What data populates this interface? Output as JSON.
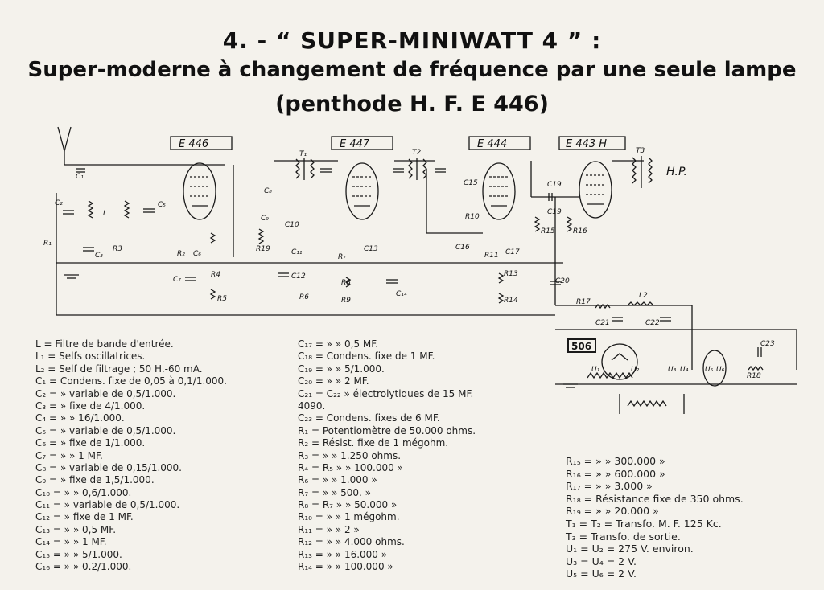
{
  "heading": {
    "line1": "4. - “ SUPER-MINIWATT 4 ” :",
    "line2": "Super-moderne à changement de fréquence par une seule lampe",
    "line3": "(penthode H. F. E 446)"
  },
  "tubes": [
    "E 446",
    "E 447",
    "E 444",
    "E 443 H",
    "506"
  ],
  "schematic_labels": {
    "hp": "H.P.",
    "t1": "T₁",
    "t2": "T2",
    "t3": "T3",
    "c1": "C₁",
    "c2": "C₂",
    "c3": "C₃",
    "c5": "C₅",
    "c6": "C₆",
    "c7": "C₇",
    "c8": "C₈",
    "c9": "C₉",
    "c10": "C10",
    "c11": "C₁₁",
    "c12": "C12",
    "c13": "C13",
    "c14": "C₁₄",
    "c15": "C15",
    "c16": "C16",
    "c17": "C17",
    "c19a": "C19",
    "c19b": "C19",
    "c20": "C20",
    "c21": "C21",
    "c22": "C22",
    "c23": "C23",
    "r1": "R₁",
    "r2": "R₂",
    "r3": "R3",
    "r4": "R4",
    "r5": "R5",
    "r6": "R6",
    "r7": "R₇",
    "r8": "R8",
    "r9": "R9",
    "r10": "R10",
    "r11": "R11",
    "r13": "R13",
    "r14": "R14",
    "r15": "R15",
    "r16": "R16",
    "r17": "R17",
    "r18": "R18",
    "r19": "R19",
    "l": "L",
    "l2": "L2",
    "u1": "U₁",
    "u2": "U₂",
    "u3": "U₃",
    "u4": "U₄",
    "u5": "U₅",
    "u6": "U₆"
  },
  "legend_left": [
    "L   =  Filtre de bande d'entrée.",
    "L₁  =  Selfs oscillatrices.",
    "L₂  =  Self de filtrage ; 50 H.-60 mA.",
    "C₁  =  Condens. fixe de 0,05 à 0,1/1.000.",
    "C₂  =     »     variable de 0,5/1.000.",
    "C₃  =     »     fixe de 4/1.000.",
    "C₄  =     »        »     16/1.000.",
    "C₅  =     »     variable de 0,5/1.000.",
    "C₆  =     »     fixe de 1/1.000.",
    "C₇  =     »        »     1 MF.",
    "C₈  =     »     variable de 0,15/1.000.",
    "C₉  =     »     fixe de 1,5/1.000.",
    "C₁₀ =     »        »     0,6/1.000.",
    "C₁₁ =     »     variable de 0,5/1.000.",
    "C₁₂ =     »     fixe de 1 MF.",
    "C₁₃ =     »        »     0,5 MF.",
    "C₁₄ =     »        »     1 MF.",
    "C₁₅ =     »        »     5/1.000.",
    "C₁₆ =     »        »     0.2/1.000."
  ],
  "legend_mid": [
    "C₁₇ =     »        »     0,5 MF.",
    "C₁₈ =  Condens. fixe de 1 MF.",
    "C₁₉ =     »        »     5/1.000.",
    "C₂₀ =     »        »     2 MF.",
    "C₂₁ =  C₂₂    »     électrolytiques de 15 MF.",
    "          4090.",
    "C₂₃ =  Condens. fixes de 6 MF.",
    "R₁  =  Potentiomètre de 50.000 ohms.",
    "R₂  =  Résist. fixe de 1 mégohm.",
    "R₃  =     »        »     1.250 ohms.",
    "R₄  =  R₅  »       »     100.000  »",
    "R₆  =     »        »     1.000  »",
    "R₇  =     »        »     500.  »",
    "R₈  =  R₇  »       »     50.000  »",
    "R₁₀ =     »        »     1 mégohm.",
    "R₁₁ =     »        »     2  »",
    "R₁₂ =     »        »     4.000 ohms.",
    "R₁₃ =     »        »     16.000  »",
    "R₁₄ =     »        »     100.000  »"
  ],
  "legend_right": [
    "R₁₅ =      »        »     300.000   »",
    "R₁₆ =      »        »     600.000   »",
    "R₁₇ =      »        »     3.000   »",
    "R₁₈ =  Résistance fixe de   350 ohms.",
    "R₁₉ =      »        »     20.000   »",
    "T₁  =  T₂ = Transfo. M. F. 125 Kc.",
    "T₃  =  Transfo. de sortie.",
    "U₁  =  U₂ = 275 V. environ.",
    "U₃  =  U₄ =        2 V.",
    "U₅  =  U₆ =        2 V."
  ]
}
